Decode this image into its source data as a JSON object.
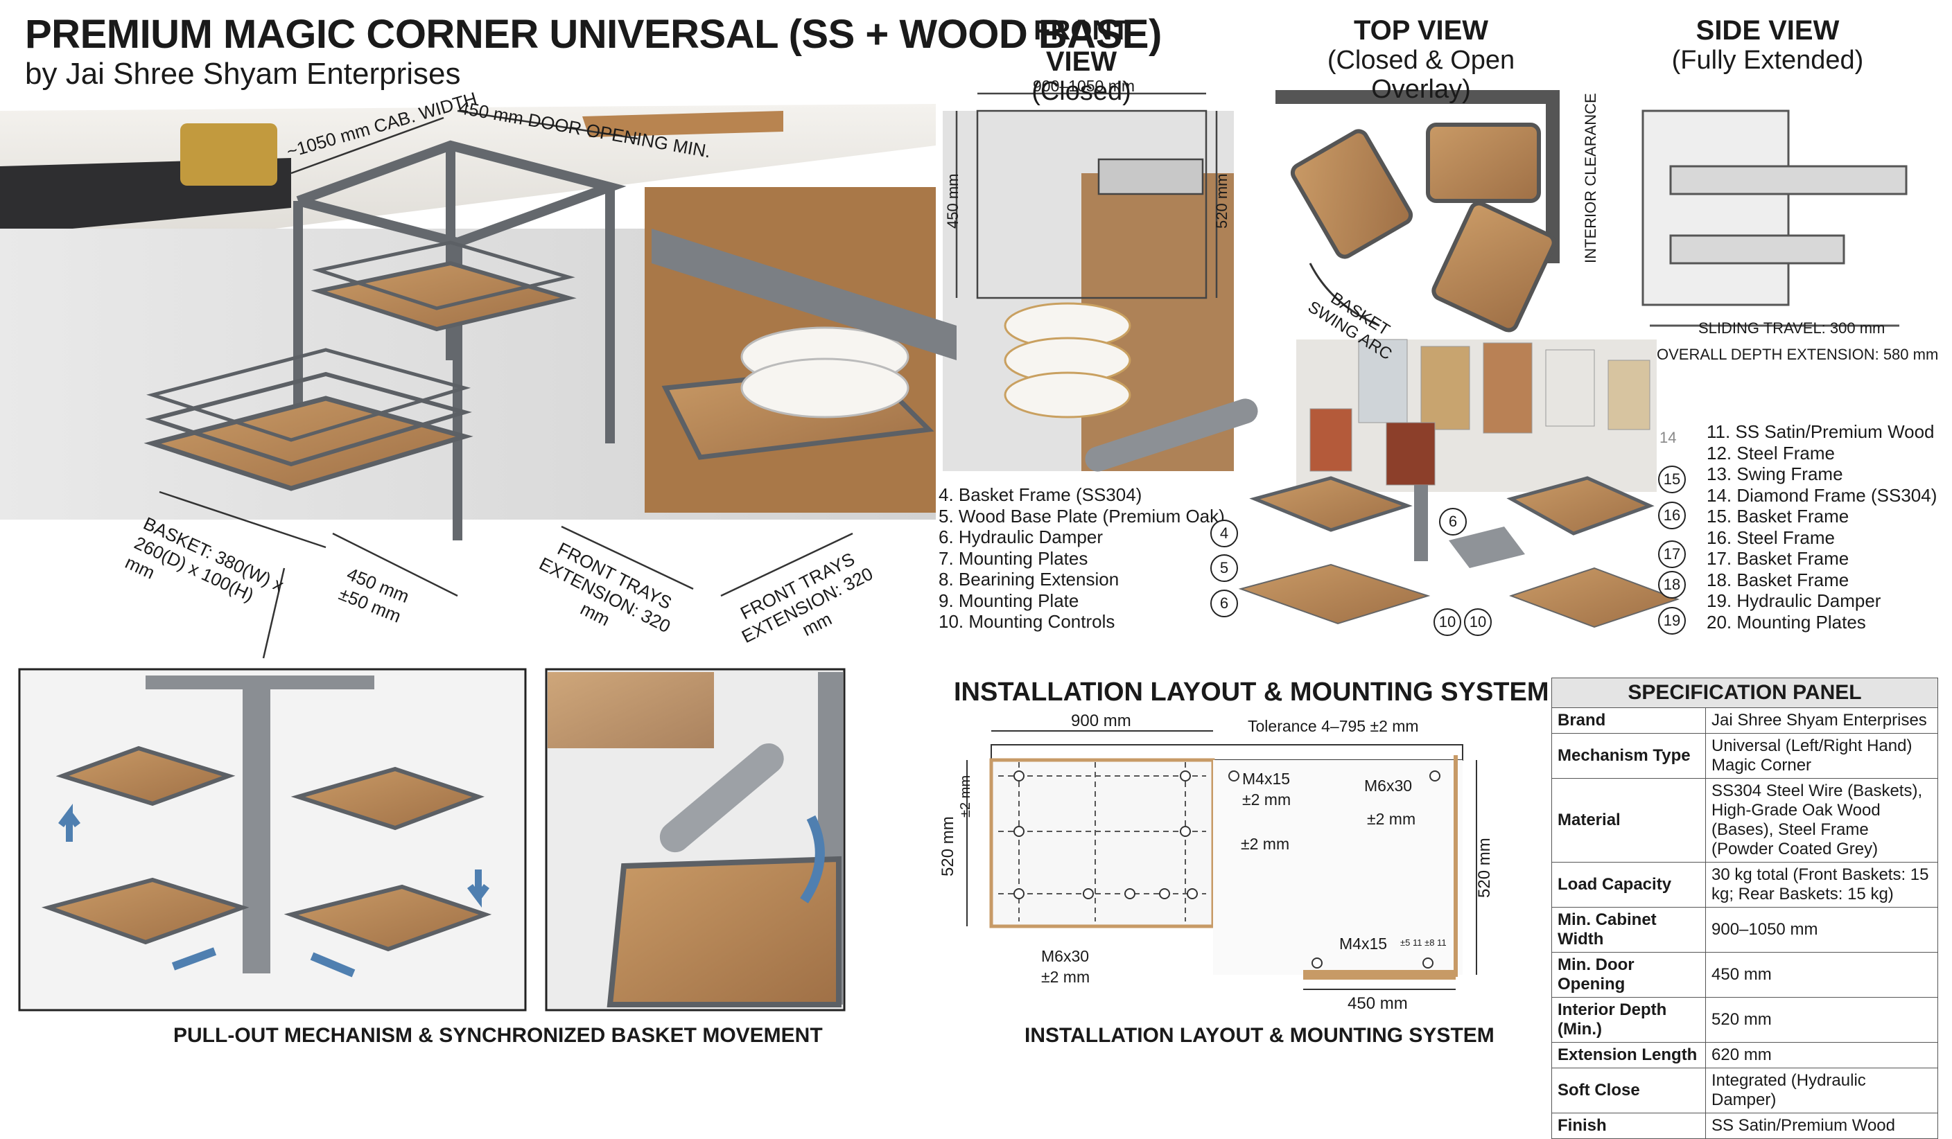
{
  "header": {
    "title": "PREMIUM MAGIC CORNER UNIVERSAL (SS + WOOD BASE)",
    "subtitle": "by Jai Shree Shyam Enterprises"
  },
  "main_dims": {
    "cab_width": "~1050 mm CAB. WIDTH",
    "door_opening": "450 mm DOOR OPENING MIN.",
    "basket_size": "BASKET: 380(W) x 260(D) x 100(H) mm",
    "depth": "450 mm ±50 mm",
    "front_trays_1": "FRONT TRAYS EXTENSION: 320 mm",
    "front_trays_2": "FRONT TRAYS EXTENSION: 320 mm"
  },
  "views": {
    "front": {
      "title": "FRONT VIEW",
      "sub": "(Closed)",
      "width": "900–1050 mm",
      "h1": "450 mm",
      "h2": "520 mm"
    },
    "top": {
      "title": "TOP VIEW",
      "sub": "(Closed & Open Overlay)",
      "clearance": "INTERIOR CLEARANCE",
      "arc": "BASKET SWING ARC"
    },
    "side": {
      "title": "SIDE VIEW",
      "sub": "(Fully Extended)",
      "travel": "SLIDING TRAVEL: 300 mm",
      "overall": "OVERALL DEPTH EXTENSION: 580 mm"
    }
  },
  "parts_left": [
    "4. Basket Frame (SS304)",
    "5. Wood Base Plate (Premium Oak)",
    "6. Hydraulic Damper",
    "7. Mounting Plates",
    "8. Bearining Extension",
    "9. Mounting Plate",
    "10. Mounting Controls"
  ],
  "parts_right": [
    "11. SS Satin/Premium Wood",
    "12. Steel Frame",
    "13. Swing Frame",
    "14. Diamond Frame (SS304)",
    "15. Basket Frame",
    "16. Steel Frame",
    "17. Basket Frame",
    "18. Basket Frame",
    "19. Hydraulic Damper",
    "20. Mounting Plates"
  ],
  "callouts": [
    "4",
    "5",
    "6",
    "6",
    "10",
    "10",
    "14",
    "15",
    "16",
    "17",
    "18",
    "19"
  ],
  "sections": {
    "pullout": "PULL-OUT MECHANISM & SYNCHRONIZED BASKET MOVEMENT",
    "install_top": "INSTALLATION LAYOUT & MOUNTING SYSTEM",
    "install_bottom": "INSTALLATION LAYOUT & MOUNTING SYSTEM"
  },
  "install": {
    "w900": "900 mm",
    "tolerance": "Tolerance 4–795 ±2 mm",
    "m4_1": "M4x15",
    "pm1": "±2 mm",
    "m6_1": "M6x30",
    "pm2": "±2 mm",
    "pm3": "±2 mm",
    "pm4": "±2 mm",
    "h520a": "520 mm",
    "h520b": "520 mm",
    "m6_2": "M6x30",
    "pm5": "±2 mm",
    "m4_2": "M4x15",
    "m4_2b": "±5 11 ±8 11",
    "w450": "450 mm"
  },
  "spec": {
    "title": "SPECIFICATION PANEL",
    "rows": [
      {
        "k": "Brand",
        "v": "Jai Shree Shyam Enterprises"
      },
      {
        "k": "Mechanism Type",
        "v": "Universal (Left/Right Hand) Magic Corner"
      },
      {
        "k": "Material",
        "v": "SS304 Steel Wire (Baskets), High-Grade Oak Wood (Bases), Steel Frame (Powder Coated Grey)"
      },
      {
        "k": "Load Capacity",
        "v": "30 kg total (Front Baskets: 15 kg; Rear Baskets: 15 kg)"
      },
      {
        "k": "Min. Cabinet Width",
        "v": "900–1050 mm"
      },
      {
        "k": "Min. Door Opening",
        "v": "450 mm"
      },
      {
        "k": "Interior Depth (Min.)",
        "v": "520 mm"
      },
      {
        "k": "Extension Length",
        "v": "620 mm"
      },
      {
        "k": "Soft Close",
        "v": "Integrated (Hydraulic Damper)"
      },
      {
        "k": "Finish",
        "v": "SS Satin/Premium Wood"
      }
    ]
  },
  "colors": {
    "wood": "#b98a5a",
    "steel": "#777b80",
    "frame": "#5f6368",
    "arrow": "#4f7fb0",
    "counter": "#eceae6"
  }
}
